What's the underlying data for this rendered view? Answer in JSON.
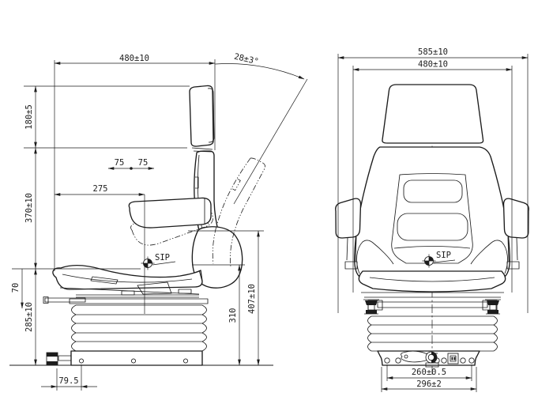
{
  "colors": {
    "background": "#ffffff",
    "line": "#1c1c1c"
  },
  "side_view": {
    "dim_width_top": "480±10",
    "dim_recline_angle": "28±3°",
    "dim_headrest_height": "180±5",
    "dim_backrest_height": "370±10",
    "dim_slide_left": "75",
    "dim_slide_right": "75",
    "dim_sip_setback": "275",
    "dim_suspension_stroke": "70",
    "dim_cushion_height": "285±10",
    "dim_sip_height": "310",
    "dim_armrest_height": "407±10",
    "dim_rail_offset": "79.5",
    "sip_label": "SIP"
  },
  "rear_view": {
    "dim_overall_width": "585±10",
    "dim_backrest_width": "480±10",
    "dim_mount_hole_spacing": "260±0.5",
    "dim_base_width": "296±2",
    "sip_label": "SIP"
  }
}
